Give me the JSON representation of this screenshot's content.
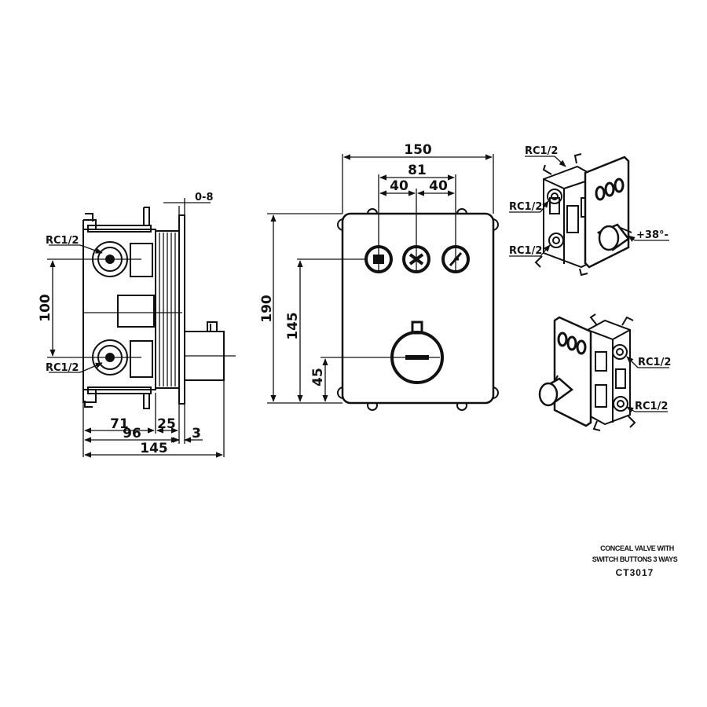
{
  "drawing": {
    "side_view": {
      "dim_top": "0-8",
      "dim_vertical": "100",
      "dim_71": "71",
      "dim_96": "96",
      "dim_25": "25",
      "dim_3": "3",
      "dim_145": "145",
      "port_top": "RC1/2",
      "port_bottom": "RC1/2"
    },
    "front_view": {
      "width_total": "150",
      "width_81": "81",
      "width_40_left": "40",
      "width_40_right": "40",
      "height_total": "190",
      "height_145": "145",
      "height_45": "45"
    },
    "iso_top": {
      "port_top": "RC1/2",
      "port_left_upper": "RC1/2",
      "port_left_lower": "RC1/2",
      "angle": "+38°-"
    },
    "iso_bottom": {
      "port_upper": "RC1/2",
      "port_lower": "RC1/2"
    },
    "caption": {
      "line1": "CONCEAL VALVE WITH",
      "line2": "SWITCH BUTTONS 3 WAYS",
      "model": "CT3017"
    }
  }
}
